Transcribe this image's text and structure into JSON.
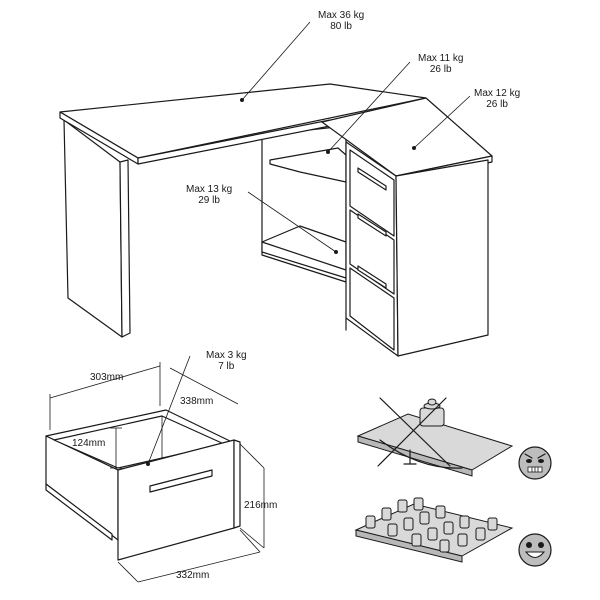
{
  "labels": {
    "desktop": {
      "line1": "Max 36 kg",
      "line2": "80 lb"
    },
    "shelf_top": {
      "line1": "Max 11 kg",
      "line2": "26 lb"
    },
    "cabinet_top": {
      "line1": "Max 12 kg",
      "line2": "26 lb"
    },
    "shelf_bottom": {
      "line1": "Max 13 kg",
      "line2": "29 lb"
    },
    "drawer": {
      "line1": "Max 3 kg",
      "line2": "7 lb"
    }
  },
  "dimensions": {
    "drawer_width_back": "303mm",
    "drawer_depth": "338mm",
    "drawer_inner_height": "124mm",
    "drawer_front_height": "216mm",
    "drawer_front_width": "332mm"
  },
  "icons": {
    "wrong": "angry-face-icon",
    "right": "happy-face-icon",
    "cross": "cross-mark-icon"
  }
}
